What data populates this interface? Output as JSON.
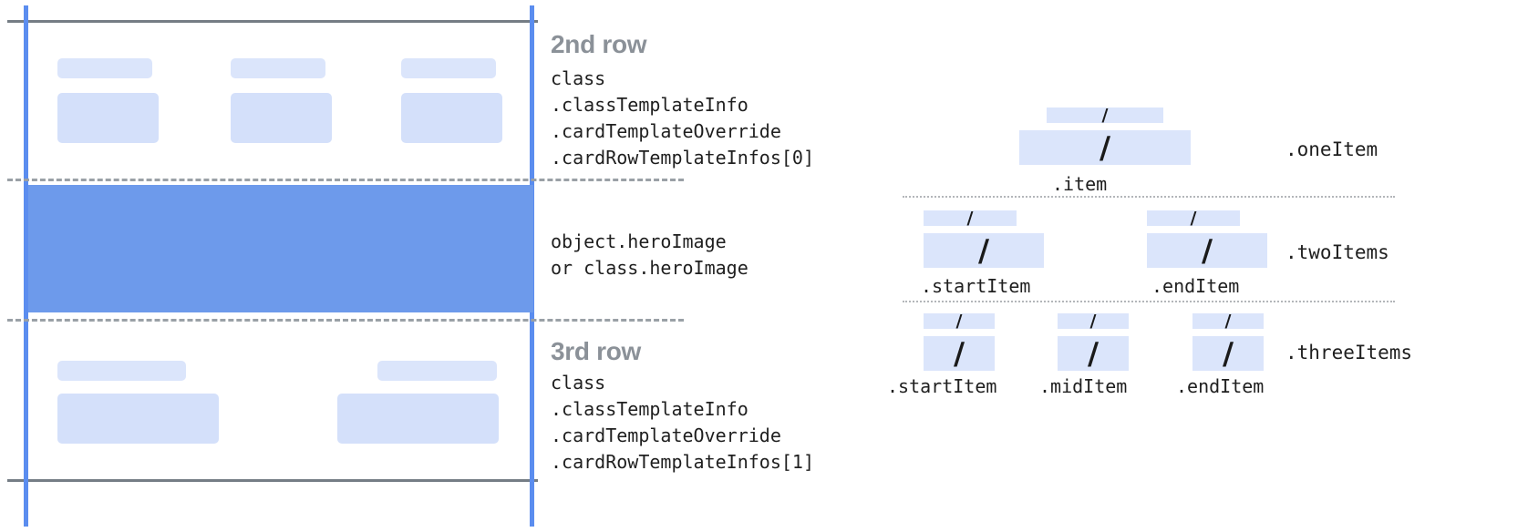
{
  "diagram": {
    "title_hidden": "",
    "left_panel": {
      "rows": [
        {
          "heading": "2nd row",
          "code": "class\n.classTemplateInfo\n.cardTemplateOverride\n.cardRowTemplateInfos[0]"
        },
        {
          "heading": "",
          "code": "object.heroImage\nor class.heroImage"
        },
        {
          "heading": "3rd row",
          "code": "class\n.classTemplateInfo\n.cardTemplateOverride\n.cardRowTemplateInfos[1]"
        }
      ]
    },
    "right_panel": {
      "groups": [
        {
          "name": ".oneItem",
          "items": [
            {
              "label": ".item",
              "slash": "/"
            }
          ]
        },
        {
          "name": ".twoItems",
          "items": [
            {
              "label": ".startItem",
              "slash": "/"
            },
            {
              "label": ".endItem",
              "slash": "/"
            }
          ]
        },
        {
          "name": ".threeItems",
          "items": [
            {
              "label": ".startItem",
              "slash": "/"
            },
            {
              "label": ".midItem",
              "slash": "/"
            },
            {
              "label": ".endItem",
              "slash": "/"
            }
          ]
        }
      ]
    },
    "colors": {
      "chip": "#dbe5fb",
      "hero": "#6d9aeb",
      "guide_line_blue": "#5b8def",
      "border_gray": "#757d85",
      "dashed_gray": "#9aa0a6",
      "heading_gray": "#8b9198",
      "text": "#1f1f1f"
    }
  }
}
